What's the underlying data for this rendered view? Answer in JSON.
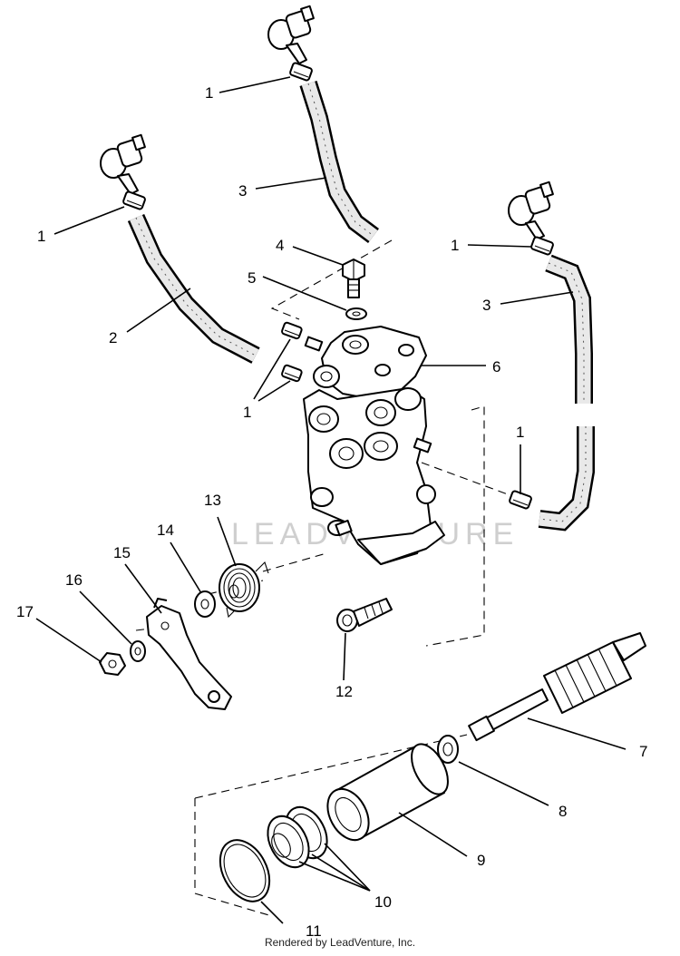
{
  "diagram": {
    "callouts": {
      "c1_top": "1",
      "c1_left": "1",
      "c1_right": "1",
      "c1_pair": "1",
      "c1_lower": "1",
      "c2": "2",
      "c3_top": "3",
      "c3_right": "3",
      "c4": "4",
      "c5": "5",
      "c6": "6",
      "c7": "7",
      "c8": "8",
      "c9": "9",
      "c10": "10",
      "c11": "11",
      "c12": "12",
      "c13": "13",
      "c14": "14",
      "c15": "15",
      "c16": "16",
      "c17": "17"
    },
    "watermark": "LEADVENTURE"
  },
  "footer": {
    "credit": "Rendered by LeadVenture, Inc."
  }
}
